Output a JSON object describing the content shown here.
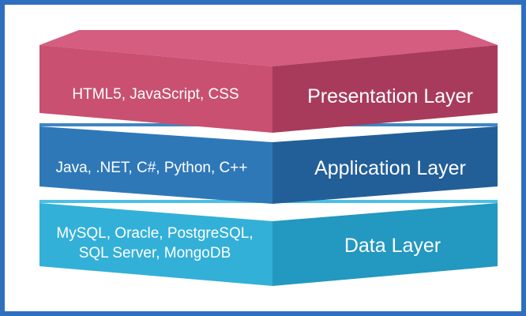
{
  "diagram": {
    "layers": [
      {
        "name": "Presentation Layer",
        "tech_lines": [
          "HTML5, JavaScript, CSS"
        ],
        "colors": {
          "top": "#d55d80",
          "front": "#c95070",
          "side": "#a83b5b"
        }
      },
      {
        "name": "Application Layer",
        "tech_lines": [
          "Java, .NET, C#, Python, C++"
        ],
        "colors": {
          "top": "#3e86c6",
          "front": "#2f78b8",
          "side": "#225f98"
        }
      },
      {
        "name": "Data Layer",
        "tech_lines": [
          "MySQL, Oracle, PostgreSQL,",
          "SQL Server, MongoDB"
        ],
        "colors": {
          "top": "#4cc0e4",
          "front": "#33b0d8",
          "side": "#2398c0"
        }
      }
    ],
    "frame_color": "#2f6fbf"
  }
}
